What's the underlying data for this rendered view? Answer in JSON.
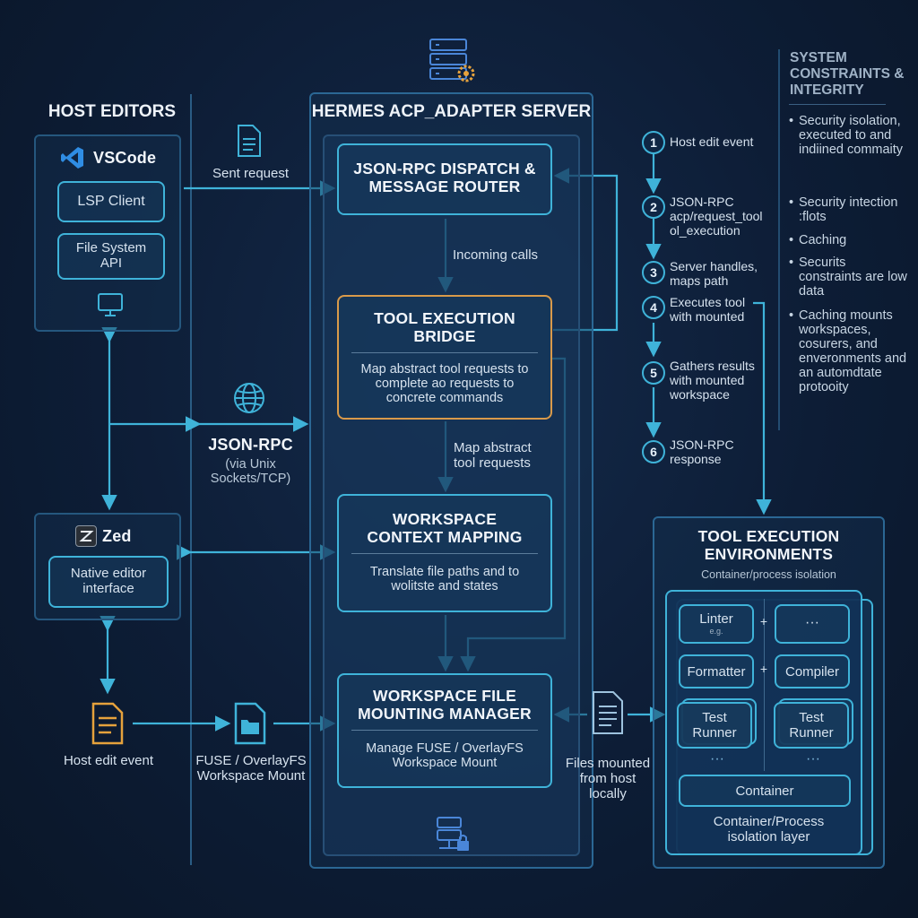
{
  "host_editors": {
    "title": "HOST EDITORS",
    "vscode": {
      "name": "VSCode",
      "lsp": "LSP Client",
      "fs": "File System API"
    },
    "zed": {
      "name": "Zed",
      "native": "Native editor interface"
    }
  },
  "flow_labels": {
    "sent_request": "Sent request",
    "jsonrpc": "JSON-RPC",
    "jsonrpc_sub": "(via Unix Sockets/TCP)",
    "incoming_calls": "Incoming calls",
    "map_abstract": "Map abstract tool requests",
    "host_edit_event": "Host edit event",
    "fuse_mount": "FUSE / OverlayFS Workspace Mount",
    "files_mounted": "Files mounted from host locally"
  },
  "server": {
    "title": "HERMES ACP_ADAPTER SERVER",
    "dispatch": {
      "title": "JSON-RPC DISPATCH & MESSAGE ROUTER"
    },
    "bridge": {
      "title": "TOOL EXECUTION BRIDGE",
      "desc": "Map abstract tool requests to complete ao requests to concrete commands"
    },
    "context": {
      "title": "WORKSPACE CONTEXT MAPPING",
      "desc": "Translate file paths and to wolitste and states"
    },
    "mount": {
      "title": "WORKSPACE FILE MOUNTING MANAGER",
      "desc": "Manage FUSE / OverlayFS Workspace Mount"
    }
  },
  "steps": [
    {
      "num": "1",
      "text": "Host edit event"
    },
    {
      "num": "2",
      "text": "JSON-RPC acp/request_tool ol_execution"
    },
    {
      "num": "3",
      "text": "Server handles, maps path"
    },
    {
      "num": "4",
      "text": "Executes tool with mounted"
    },
    {
      "num": "5",
      "text": "Gathers results with mounted workspace"
    },
    {
      "num": "6",
      "text": "JSON-RPC response"
    }
  ],
  "constraints": {
    "title": "SYSTEM CONSTRAINTS & INTEGRITY",
    "items": [
      "Security isolation, executed to and indiined commaity",
      "Security intection​:flots",
      "Caching",
      "Securits constraints are low data",
      "Caching mounts workspaces, cosurers, and enveronments and an automdtate protooity"
    ]
  },
  "environments": {
    "title": "TOOL EXECUTION ENVIRONMENTS",
    "subtitle": "Container/process isolation",
    "linter": "Linter",
    "linter_note": "e.g.",
    "dots": "···",
    "formatter": "Formatter",
    "compiler": "Compiler",
    "test_runner_1": "Test Runner",
    "test_runner_2": "Test Runner",
    "container": "Container",
    "layer": "Container/Process isolation layer",
    "plus": "+"
  },
  "colors": {
    "accent": "#3fb3d9",
    "highlight": "#d99a4a",
    "background": "#0d1d36"
  }
}
